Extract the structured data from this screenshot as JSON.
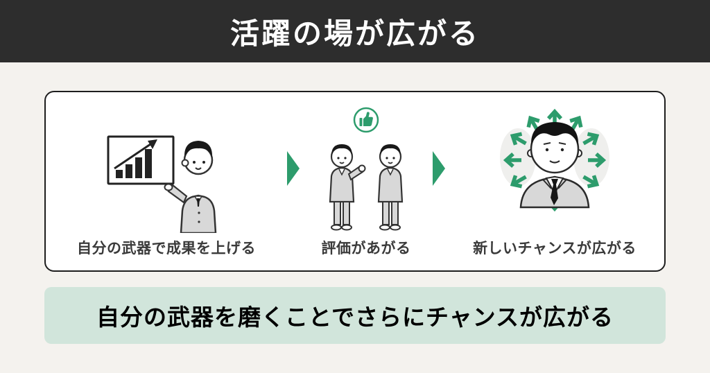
{
  "header": {
    "title": "活躍の場が広がる"
  },
  "flow_card": {
    "steps": [
      {
        "id": "step-1",
        "label": "自分の武器で成果を上げる",
        "illustration": "man-presenting-bar-chart"
      },
      {
        "id": "step-2",
        "label": "評価があがる",
        "illustration": "two-people-talking",
        "badge_icon": "thumbs-up-icon"
      },
      {
        "id": "step-3",
        "label": "新しいチャンスが広がる",
        "illustration": "man-with-radiating-arrows"
      }
    ],
    "connector_icon": "right-triangle-arrow"
  },
  "banner": {
    "text": "自分の武器を磨くことでさらにチャンスが広がる"
  },
  "colors": {
    "accent_green": "#2D9C6C",
    "header_bg": "#2D2D2D",
    "page_bg": "#F4F2EE",
    "card_bg": "#FFFFFF",
    "card_border": "#1D1D1D",
    "banner_bg": "#D1E5DB",
    "label_text": "#3A3A3A",
    "illustration_gray": "#D8D8D8"
  }
}
